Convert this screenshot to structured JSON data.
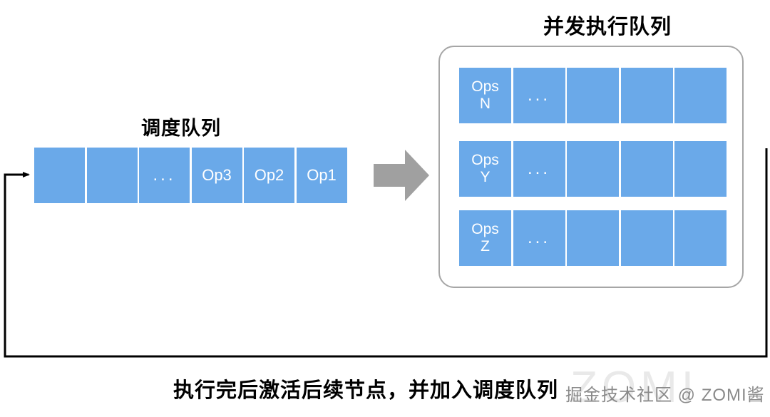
{
  "scheduling_queue": {
    "title": "调度队列",
    "boxes": [
      {
        "label": "",
        "type": "empty"
      },
      {
        "label": "",
        "type": "empty"
      },
      {
        "label": "...",
        "type": "ellipsis"
      },
      {
        "label": "Op3",
        "type": "op"
      },
      {
        "label": "Op2",
        "type": "op"
      },
      {
        "label": "Op1",
        "type": "op"
      }
    ]
  },
  "flow_arrow": {
    "name": "dispatch-arrow",
    "direction": "right",
    "color": "#a0a0a0"
  },
  "concurrent_panel": {
    "title": "并发执行队列",
    "rows": [
      {
        "name": "ops-n-row",
        "boxes": [
          {
            "line1": "Ops",
            "line2": "N",
            "type": "op"
          },
          {
            "label": "...",
            "type": "ellipsis"
          },
          {
            "label": "",
            "type": "empty"
          },
          {
            "label": "",
            "type": "empty"
          },
          {
            "label": "",
            "type": "empty"
          }
        ]
      },
      {
        "name": "ops-y-row",
        "boxes": [
          {
            "line1": "Ops",
            "line2": "Y",
            "type": "op"
          },
          {
            "label": "...",
            "type": "ellipsis"
          },
          {
            "label": "",
            "type": "empty"
          },
          {
            "label": "",
            "type": "empty"
          },
          {
            "label": "",
            "type": "empty"
          }
        ]
      },
      {
        "name": "ops-z-row",
        "boxes": [
          {
            "line1": "Ops",
            "line2": "Z",
            "type": "op"
          },
          {
            "label": "...",
            "type": "ellipsis"
          },
          {
            "label": "",
            "type": "empty"
          },
          {
            "label": "",
            "type": "empty"
          },
          {
            "label": "",
            "type": "empty"
          }
        ]
      }
    ]
  },
  "feedback_loop": {
    "name": "feedback-loop-arrow",
    "color": "#000000"
  },
  "caption": "执行完后激活后续节点，并加入调度队列",
  "watermark": {
    "big": "ZOMI",
    "small": "掘金技术社区 @ ZOMI酱"
  },
  "colors": {
    "box_blue": "#6AA9E9",
    "panel_border": "#a6a6a6",
    "arrow_gray": "#a0a0a0",
    "text_dark": "#000000",
    "box_text": "#ffffff"
  }
}
